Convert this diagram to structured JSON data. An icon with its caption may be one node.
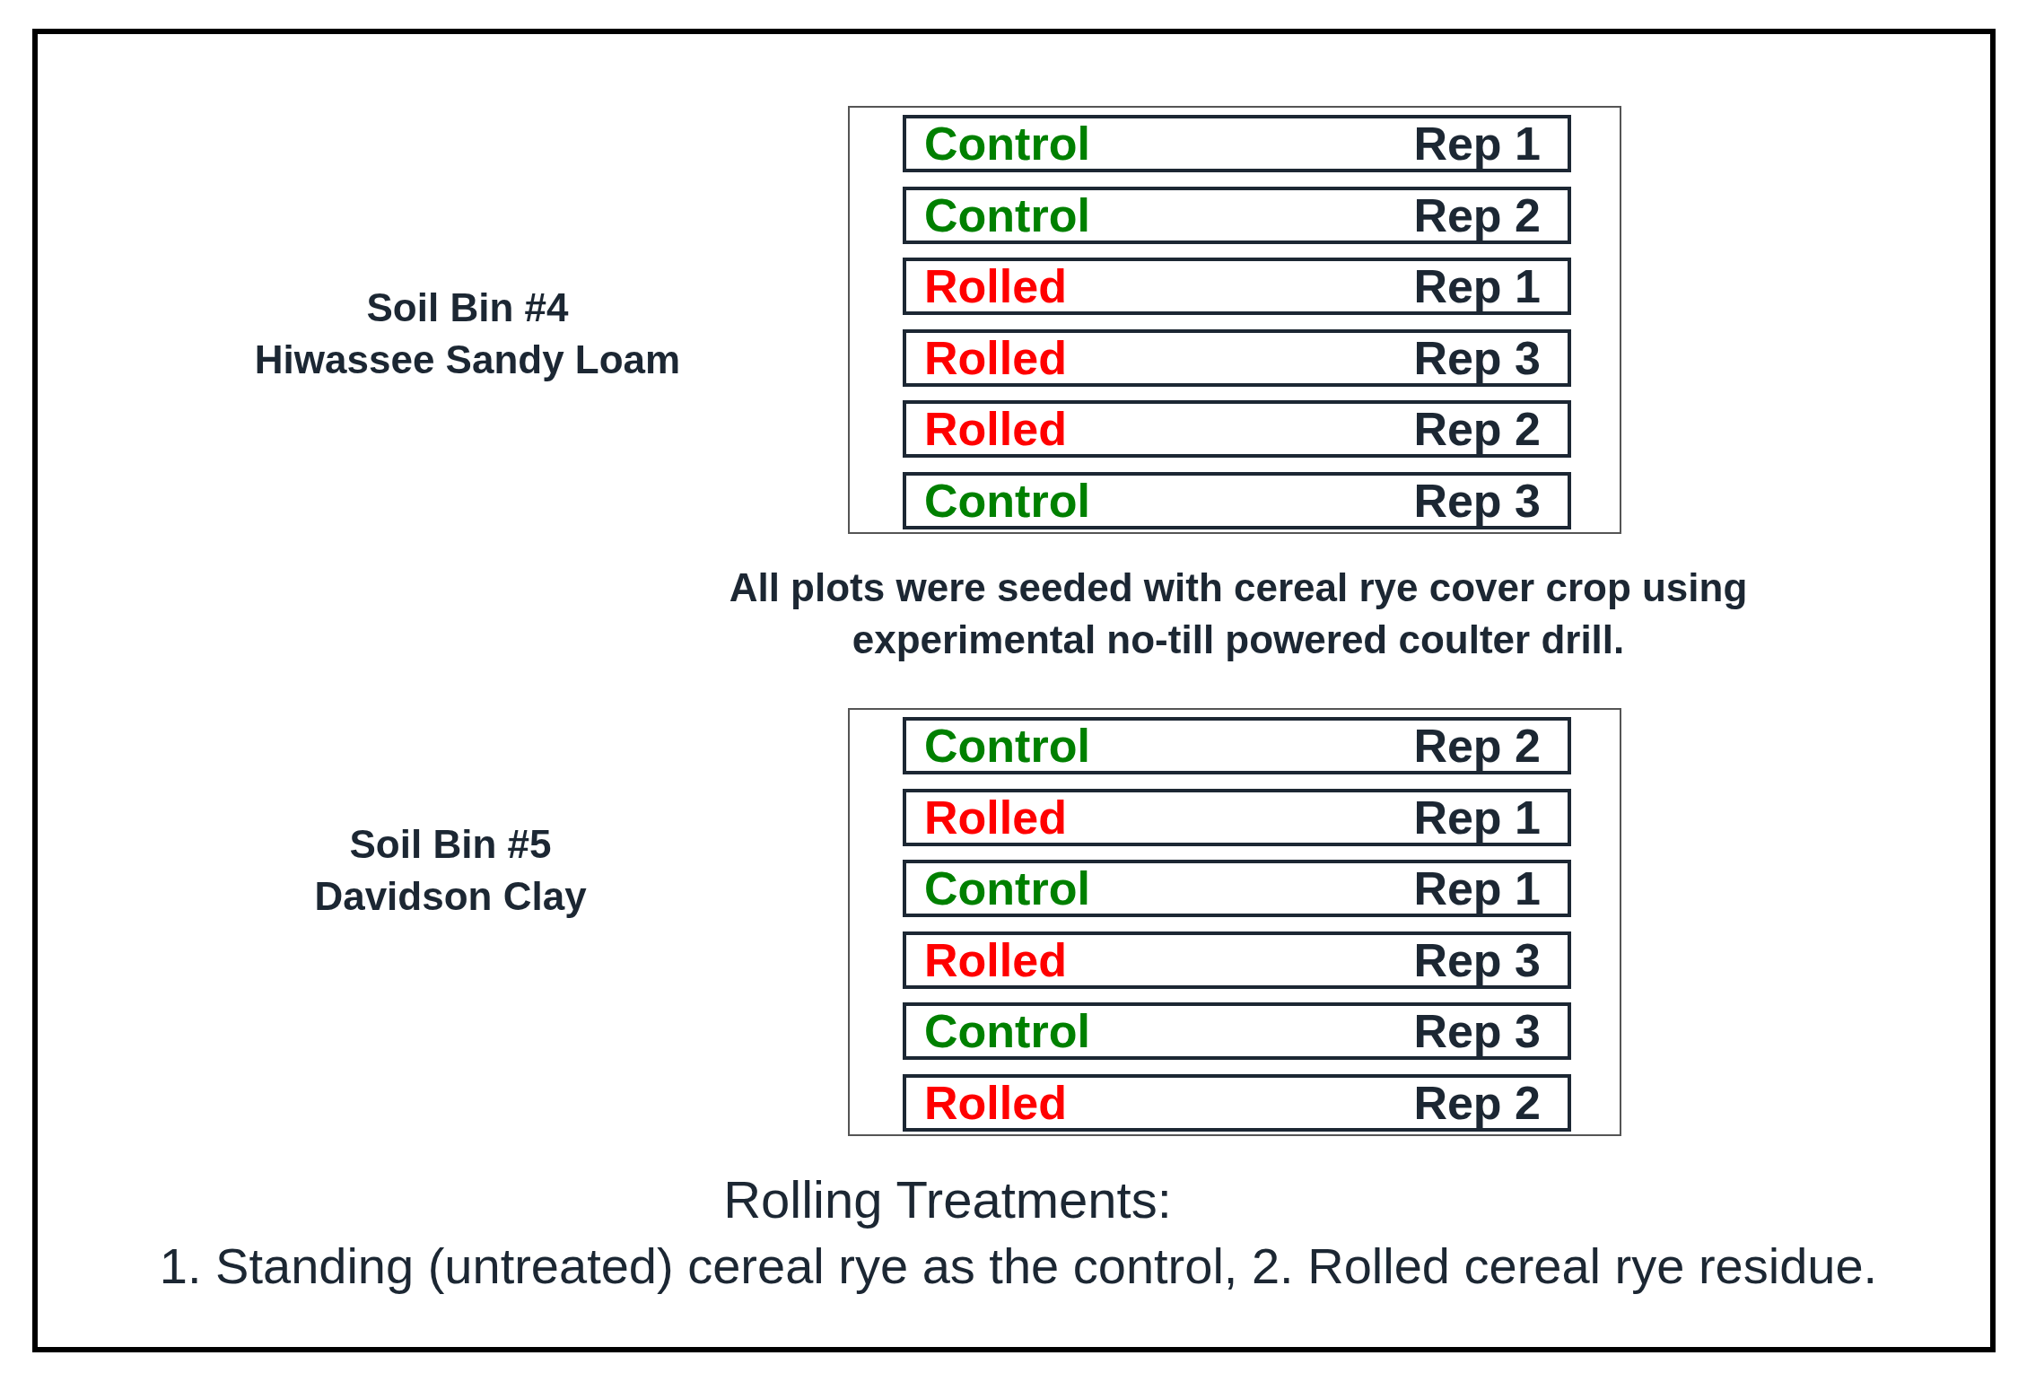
{
  "diagram": {
    "nodes": [
      {
        "text": [],
        "shape": "box",
        "beside": [
          "Soil Bin #4",
          "Hiwassee Sandy Loam"
        ]
      },
      {
        "text": [
          "Control",
          "Rep 1"
        ],
        "in": 0
      },
      {
        "text": [
          "Control",
          "Rep 2"
        ],
        "in": 0
      },
      {
        "text": [
          "Rolled",
          "Rep 1"
        ],
        "in": 0
      },
      {
        "text": [
          "Rolled",
          "Rep 3"
        ],
        "in": 0
      },
      {
        "text": [
          "Rolled",
          "Rep 2"
        ],
        "in": 0
      },
      {
        "text": [
          "Control",
          "Rep 3"
        ],
        "in": 0
      },
      {
        "text": [],
        "shape": "box",
        "beside": [
          "Soil Bin #5",
          "Davidson Clay"
        ]
      },
      {
        "text": [
          "Control",
          "Rep 2"
        ],
        "in": 7
      },
      {
        "text": [
          "Rolled",
          "Rep 1"
        ],
        "in": 7
      },
      {
        "text": [
          "Control",
          "Rep 1"
        ],
        "in": 7
      },
      {
        "text": [
          "Rolled",
          "Rep 3"
        ],
        "in": 7
      },
      {
        "text": [
          "Control",
          "Rep 3"
        ],
        "in": 7
      },
      {
        "text": [
          "Rolled",
          "Rep 2"
        ],
        "in": 7
      }
    ],
    "labels": [
      "All plots were seeded with cereal rye cover crop using experimental no-till powered coulter drill.",
      "Rolling Treatments:",
      "1. Standing (untreated) cereal rye as the control, 2. Rolled cereal rye residue."
    ]
  }
}
